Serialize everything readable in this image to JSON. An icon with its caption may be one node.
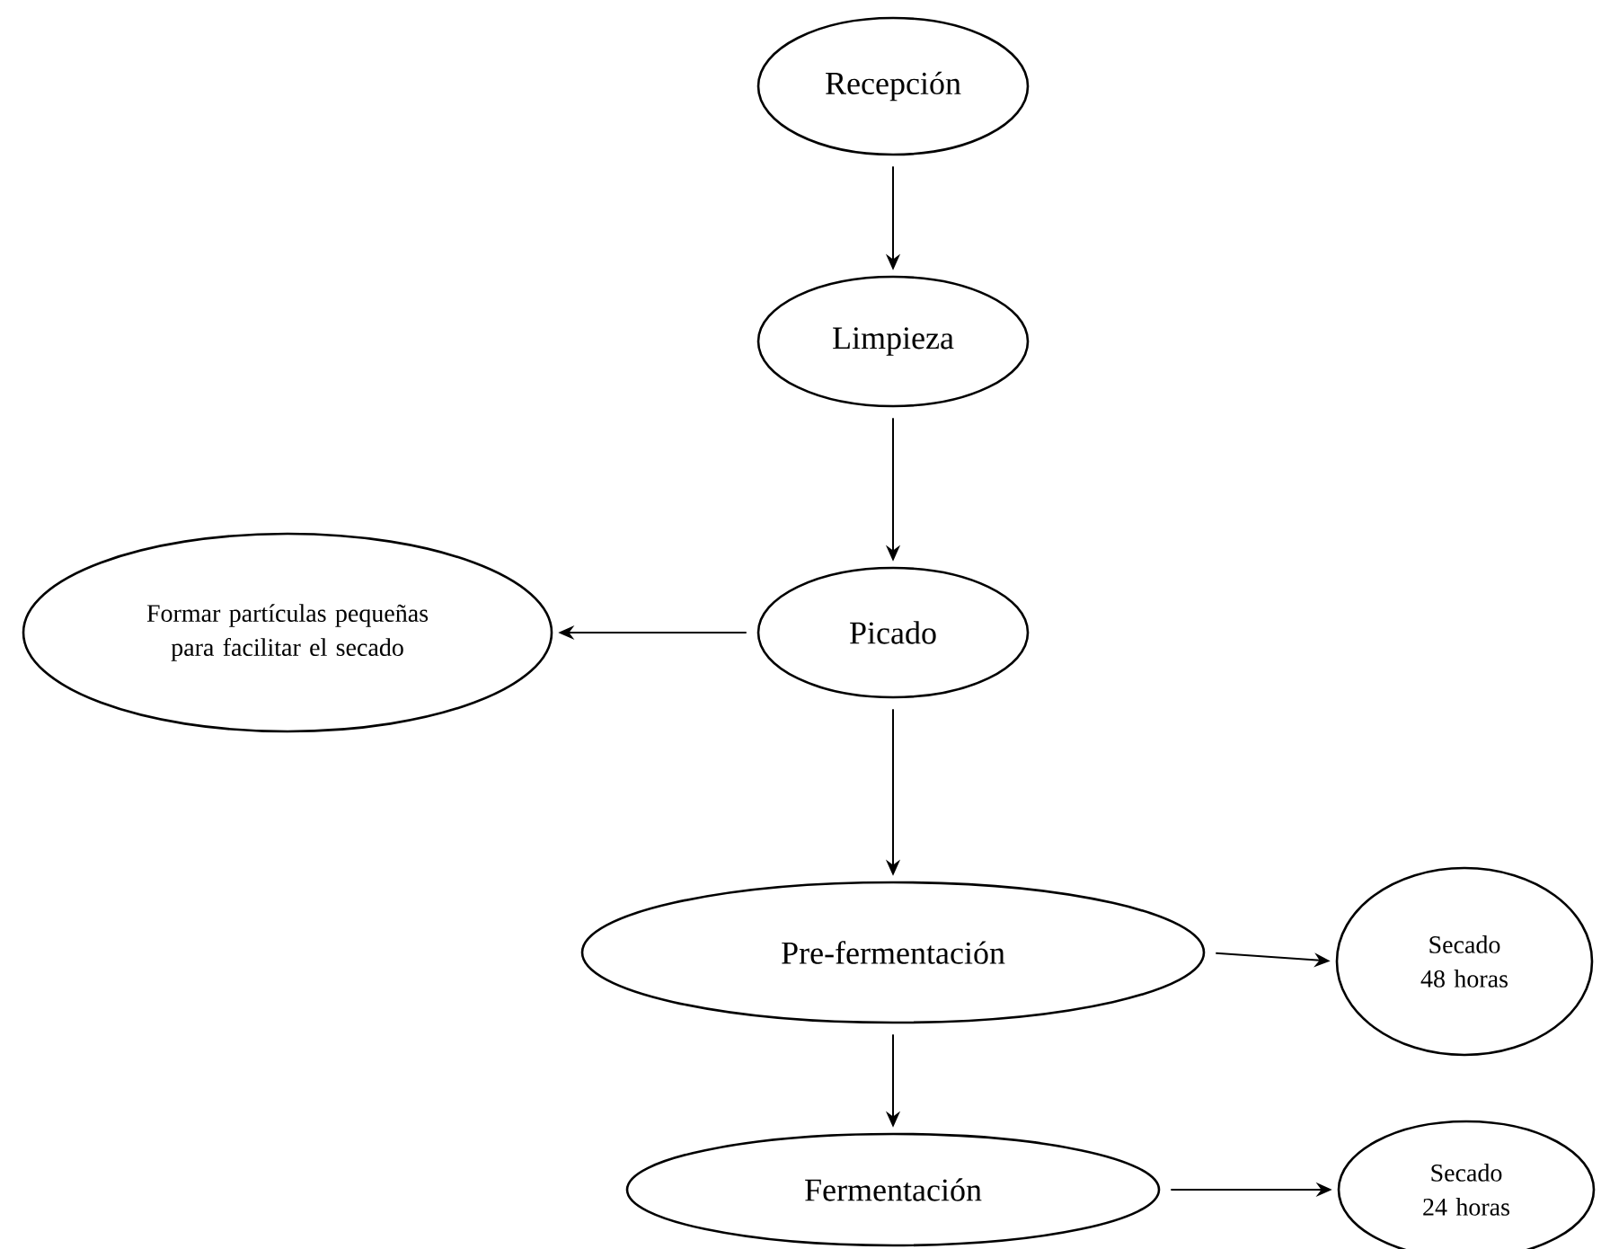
{
  "diagram": {
    "nodes": [
      {
        "text": [
          "Recepción"
        ]
      },
      {
        "text": [
          "Limpieza"
        ]
      },
      {
        "text": [
          "Picado"
        ]
      },
      {
        "text": [
          "Formar partículas pequeñas para facilitar el secado"
        ]
      },
      {
        "text": [
          "Pre-fermentación"
        ]
      },
      {
        "text": [
          "Secado 48 horas"
        ]
      },
      {
        "text": [
          "Fermentación"
        ]
      },
      {
        "text": [
          "Secado 24 horas"
        ]
      }
    ],
    "edges": [
      {
        "from": 0,
        "to": 1,
        "arrow": "to"
      },
      {
        "from": 1,
        "to": 2,
        "arrow": "to"
      },
      {
        "from": 2,
        "to": 3,
        "arrow": "to"
      },
      {
        "from": 2,
        "to": 4,
        "arrow": "to"
      },
      {
        "from": 4,
        "to": 5,
        "arrow": "to"
      },
      {
        "from": 4,
        "to": 6,
        "arrow": "to"
      },
      {
        "from": 6,
        "to": 7,
        "arrow": "to"
      }
    ]
  }
}
